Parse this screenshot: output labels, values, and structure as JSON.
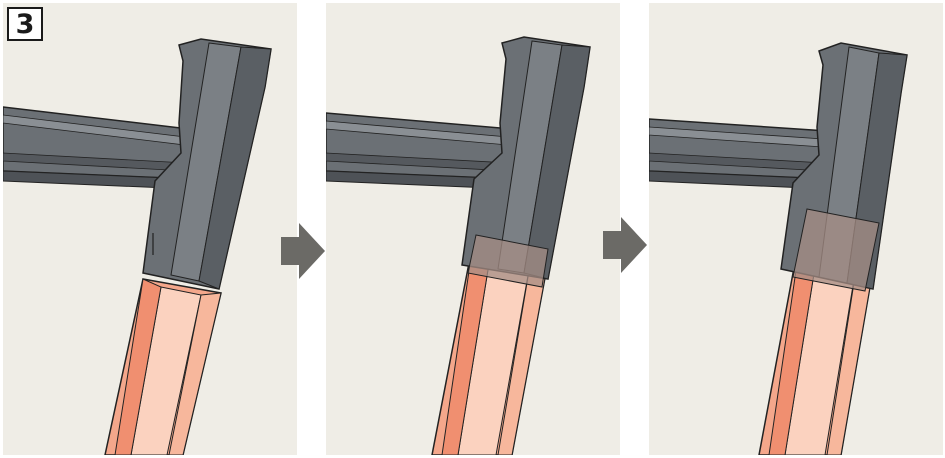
{
  "step": {
    "number": "3"
  },
  "colors": {
    "background": "#efede6",
    "frame_steel": "#6b7075",
    "frame_steel_dark": "#4e5257",
    "frame_steel_light": "#8a8f94",
    "post_salmon": "#f4a78b",
    "post_salmon_light": "#fbd2bf",
    "arrow_gray": "#6b6a66",
    "overlap_tint": "#a58e86"
  },
  "panels": [
    {
      "id": "panel-separated",
      "state": "post below connector"
    },
    {
      "id": "panel-partially-inserted",
      "state": "connector partially over post"
    },
    {
      "id": "panel-fully-inserted",
      "state": "connector fully over post"
    }
  ],
  "arrows": [
    {
      "name": "next-step-arrow",
      "icon": "right-arrow-icon"
    },
    {
      "name": "next-step-arrow",
      "icon": "right-arrow-icon"
    }
  ]
}
